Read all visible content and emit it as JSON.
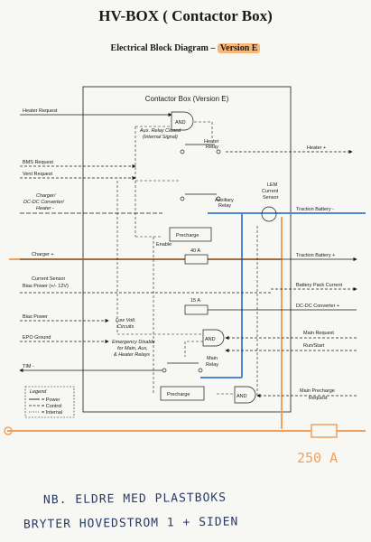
{
  "header": {
    "title": "HV-BOX ( Contactor Box)",
    "subtitle_prefix": "Electrical Block Diagram – ",
    "subtitle_version": "Version E"
  },
  "box": {
    "title": "Contactor Box (Version E)"
  },
  "left_signals": [
    "Heater Request",
    "BMS Request",
    "Vent Request",
    "Charger/",
    "DC-DC Converter/",
    "Heater -",
    "Charger +",
    "Current Sensor",
    "Bias Power (+/- 12V)",
    "Bias Power",
    "EPO Ground",
    "TIM -"
  ],
  "right_signals": [
    "Heater +",
    "Traction Battery -",
    "Traction Battery +",
    "Battery Pack Current",
    "DC-DC Converter +",
    "Main Request",
    "Run/Start",
    "Main Precharge",
    "Request"
  ],
  "components": {
    "and_label": "AND",
    "aux_relay_note_1": "Aux. Relay Closed",
    "aux_relay_note_2": "(Internal Signal)",
    "heater_relay_1": "Heater",
    "heater_relay_2": "Relay",
    "aux_relay_1": "Auxiliary",
    "aux_relay_2": "Relay",
    "sensor_1": "LEM",
    "sensor_2": "Current",
    "sensor_3": "Sensor",
    "precharge": "Precharge",
    "enable": "Enable",
    "fuse_40": "40 A",
    "fuse_15": "15 A",
    "low_volt_1": "Low Volt.",
    "low_volt_2": "Circuits",
    "epo_1": "Emergency Disable",
    "epo_2": "for Main, Aux,",
    "epo_3": "& Heater Relays",
    "main_relay_1": "Main",
    "main_relay_2": "Relay"
  },
  "legend": {
    "title": "Legend",
    "power": "= Power",
    "control": "= Control",
    "internal": "= Internal"
  },
  "annotations": {
    "fuse_250": "250 A",
    "note_line_1": "NB. ELDRE MED PLASTBOKS",
    "note_line_2": "BRYTER HOVEDSTROM  1  + SIDEN"
  },
  "colors": {
    "ink": "#1a1a1a",
    "orange_marker": "#f0a15e",
    "blue_marker": "#4f86d6",
    "highlight": "#f6b77a",
    "pen": "#2b3b66"
  }
}
